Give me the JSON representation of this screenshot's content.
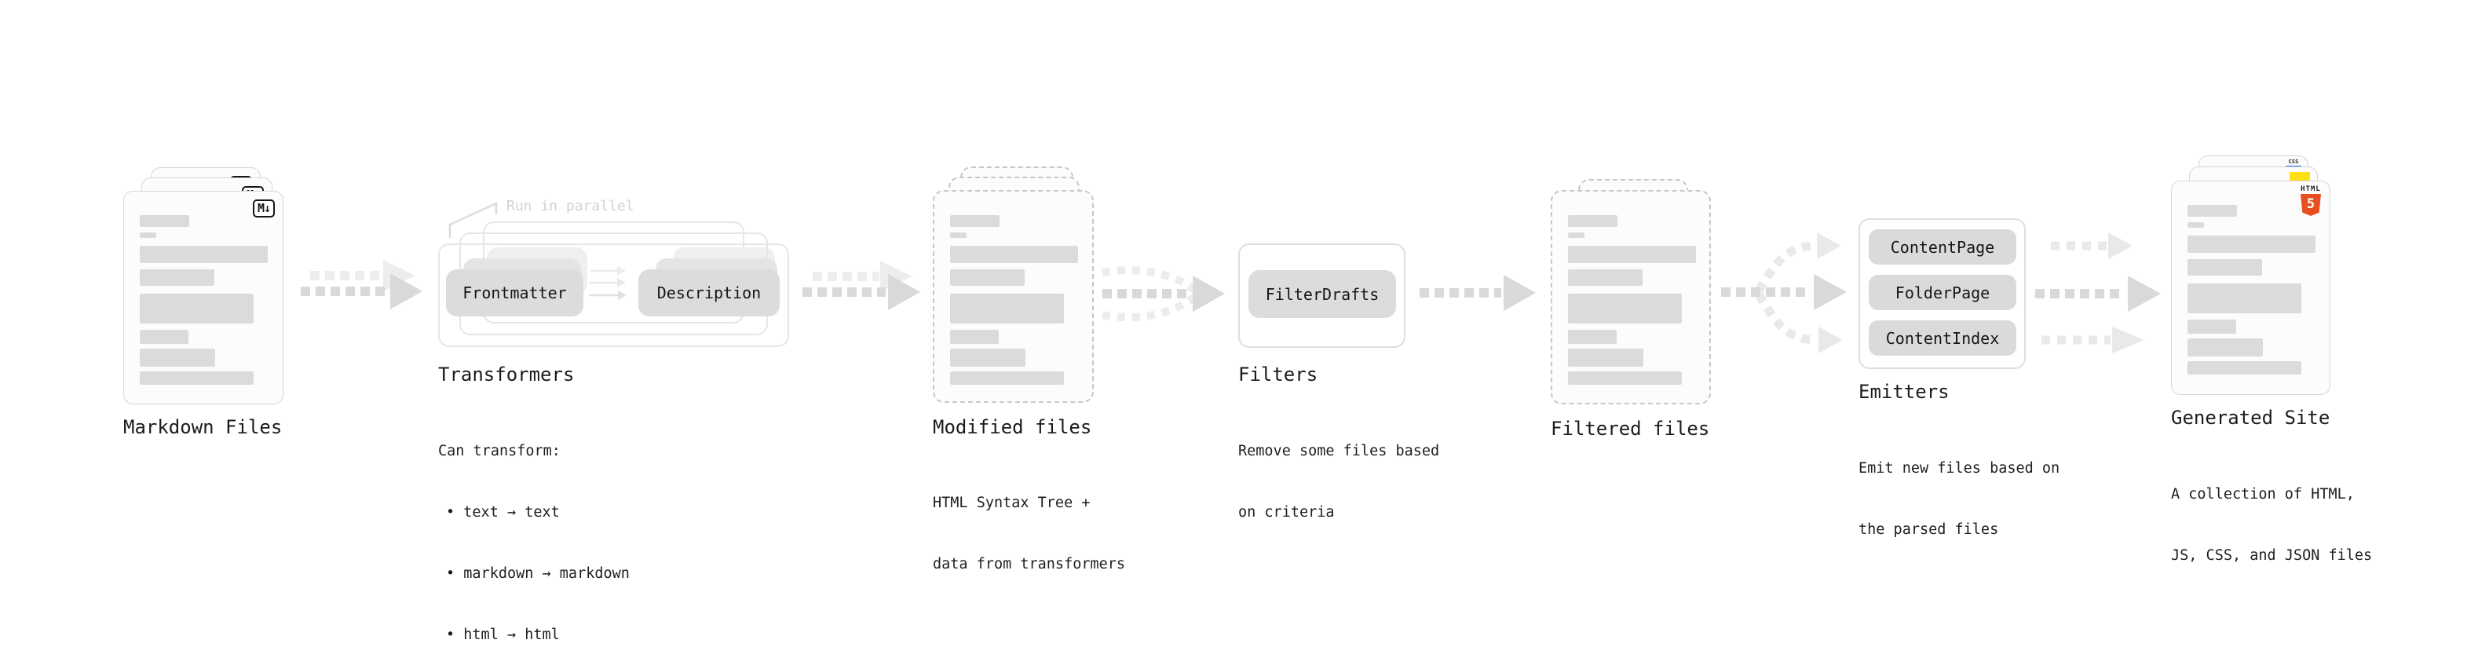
{
  "colors": {
    "arrow": "#d9d9d9",
    "arrow_light": "#ececec",
    "html5_orange": "#e84e1f",
    "js_yellow": "#ffdf17",
    "css_blue": "#2b6df0"
  },
  "nodes": {
    "markdown_files": {
      "title": "Markdown Files",
      "badge": "M↓"
    },
    "transformers": {
      "title": "Transformers",
      "annotation": "Run in parallel",
      "pill_left": "Frontmatter",
      "pill_right": "Description",
      "caption": [
        "Can transform:",
        "• text → text",
        "• markdown → markdown",
        "• html → html"
      ]
    },
    "modified_files": {
      "title": "Modified files",
      "caption": [
        "HTML Syntax Tree +",
        "data from transformers"
      ]
    },
    "filters": {
      "title": "Filters",
      "pill": "FilterDrafts",
      "caption": [
        "Remove some files based",
        "on criteria"
      ]
    },
    "filtered_files": {
      "title": "Filtered files"
    },
    "emitters": {
      "title": "Emitters",
      "pills": [
        "ContentPage",
        "FolderPage",
        "ContentIndex"
      ],
      "caption": [
        "Emit new files based on",
        "the parsed files"
      ]
    },
    "generated_site": {
      "title": "Generated Site",
      "caption": [
        "A collection of HTML,",
        "JS, CSS, and JSON files"
      ],
      "badges": {
        "css_label": "CSS",
        "html_label": "HTML",
        "html_number": "5"
      }
    }
  }
}
